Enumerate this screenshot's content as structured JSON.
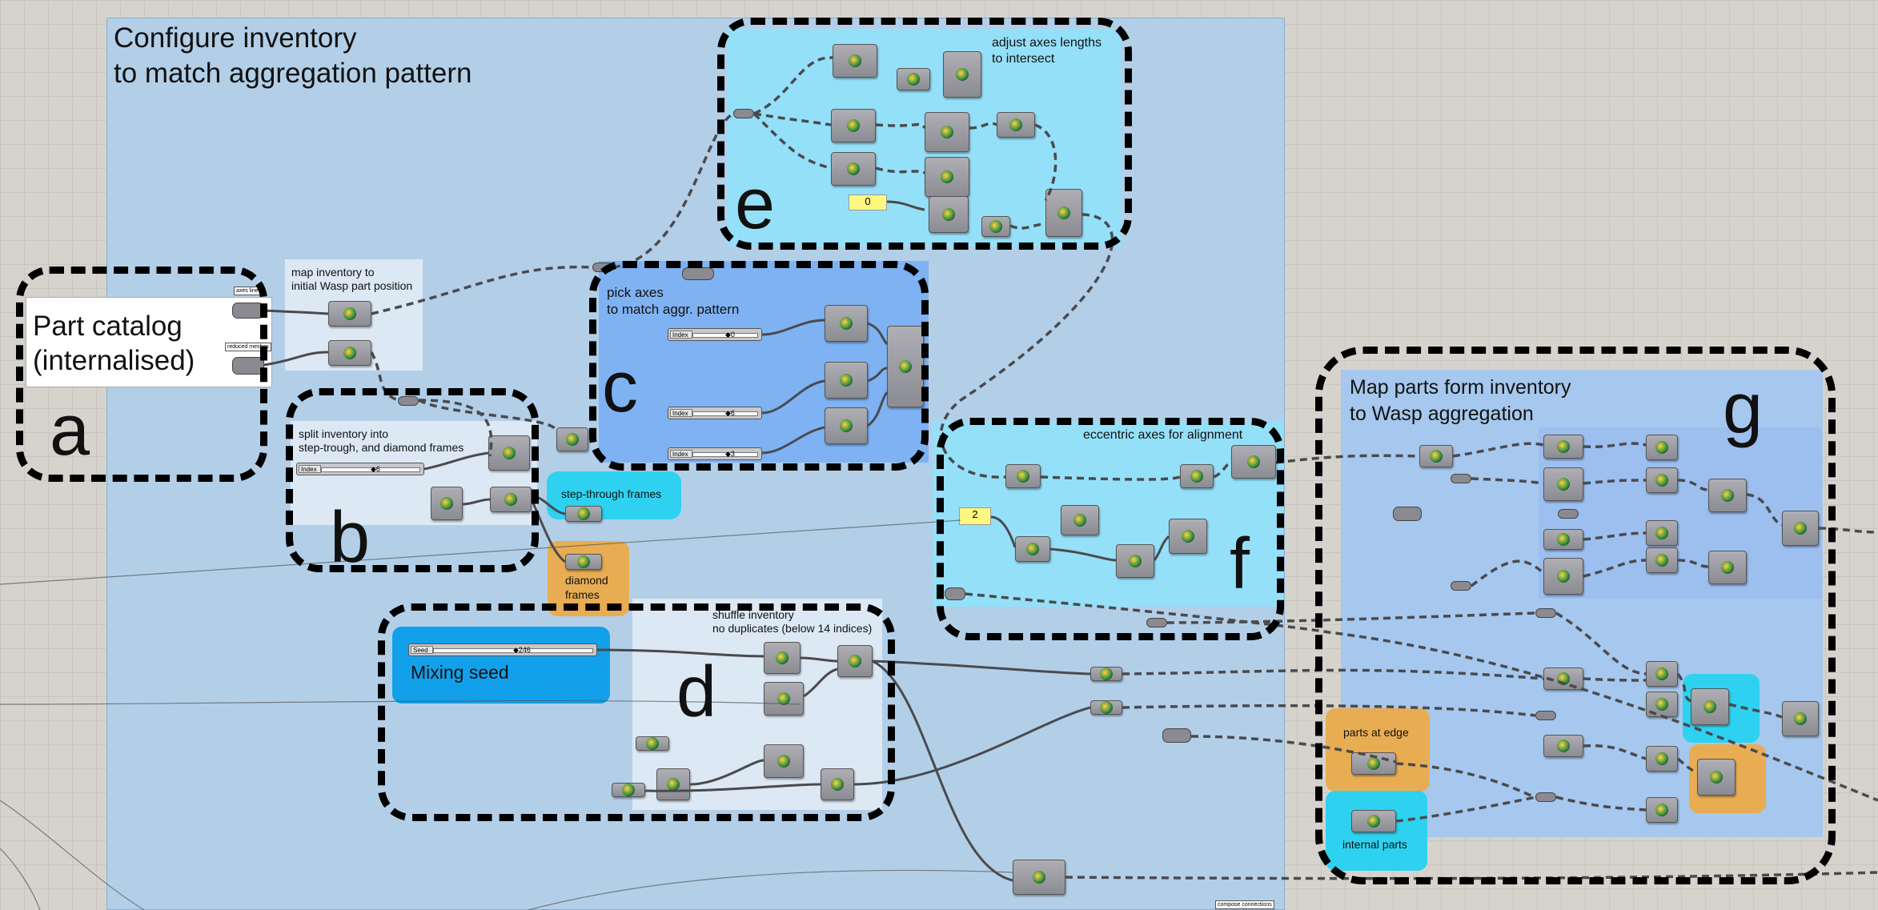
{
  "groups": {
    "configure": {
      "title": "Configure inventory\nto match aggregation pattern"
    },
    "part_catalog": {
      "title": "Part catalog\n(internalised)"
    },
    "map_inventory": {
      "title": "map inventory to\ninitial Wasp part position"
    },
    "split_inventory": {
      "title": "split inventory into\nstep-trough, and diamond frames"
    },
    "step_through": {
      "title": "step-through frames"
    },
    "diamond": {
      "title": "diamond\nframes"
    },
    "pick_axes": {
      "title": "pick axes\nto match aggr. pattern"
    },
    "adjust_axes": {
      "title": "adjust axes lengths\nto intersect"
    },
    "eccentric": {
      "title": "eccentric axes for alignment"
    },
    "shuffle": {
      "title": "shuffle inventory\nno duplicates (below 14 indices)"
    },
    "mixing_seed": {
      "title": "Mixing seed"
    },
    "map_parts": {
      "title": "Map parts form inventory\nto Wasp aggregation"
    },
    "parts_at_edge": {
      "title": "parts at edge"
    },
    "internal_parts": {
      "title": "internal parts"
    }
  },
  "section_letters": {
    "a": "a",
    "b": "b",
    "c": "c",
    "d": "d",
    "e": "e",
    "f": "f",
    "g": "g"
  },
  "param_tags": {
    "axes_lines": "axes lines",
    "reduced_meshes": "reduced meshes",
    "compose_connections": "compose connections"
  },
  "sliders": {
    "split_index": {
      "name": "Index",
      "value": "6"
    },
    "pick_index_1": {
      "name": "Index",
      "value": "0"
    },
    "pick_index_2": {
      "name": "Index",
      "value": "6"
    },
    "pick_index_3": {
      "name": "Index",
      "value": "3"
    },
    "seed": {
      "name": "Seed",
      "value": "246"
    }
  },
  "panels": {
    "adjust_value": "0",
    "eccentric_value": "2"
  },
  "colors": {
    "canvas": "#d6d3cd",
    "configure_group": "#b3cfe8",
    "light_group": "#dce8f4",
    "cyan_group": "#94e0f8",
    "blue_group": "#7fb2f2",
    "bright_cyan": "#2ed2f0",
    "orange_group": "#e8ad52",
    "seed_blue": "#12a0ea",
    "map_parts_group": "#a6c8ee"
  }
}
